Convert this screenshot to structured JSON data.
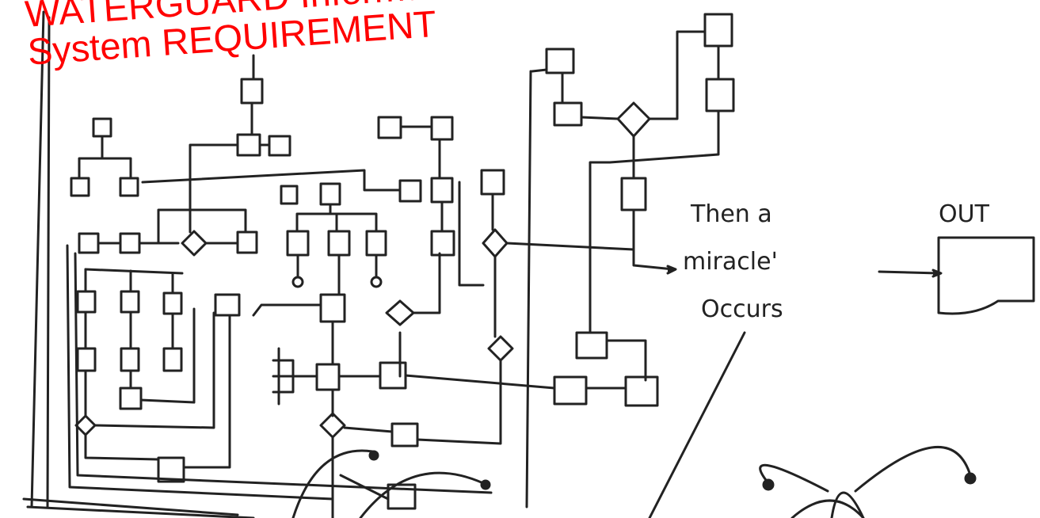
{
  "overlay": {
    "line1": "WATERGUARD Informati",
    "line2": "System REQUIREMENT",
    "color": "#ff0000"
  },
  "cartoon": {
    "caption_line1": "Then a",
    "caption_line2": "miracle'",
    "caption_line3": "Occurs",
    "output_label": "OUT"
  },
  "colors": {
    "ink": "#222222",
    "paper": "#ffffff"
  }
}
